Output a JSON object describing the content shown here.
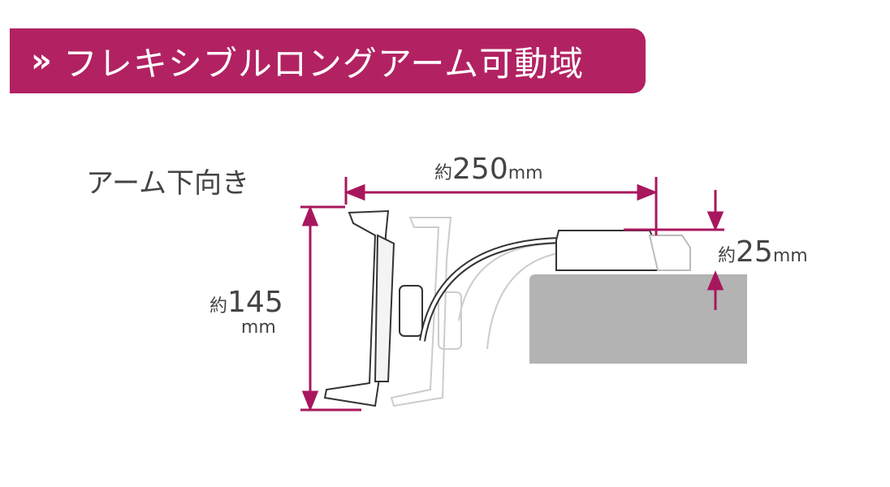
{
  "banner": {
    "icon": "double-chevron-right-icon",
    "title": "フレキシブルロングアーム可動域"
  },
  "diagram": {
    "orientation_label": "アーム下向き",
    "width_dim": {
      "prefix": "約",
      "value": "250",
      "unit": "mm"
    },
    "height_dim": {
      "prefix": "約",
      "value": "145",
      "unit": "mm"
    },
    "depth_dim": {
      "prefix": "約",
      "value": "25",
      "unit": "mm"
    }
  },
  "colors": {
    "accent": "#b22262",
    "dimension": "#a8175d",
    "desk": "#b3b3b3",
    "text": "#444444"
  }
}
